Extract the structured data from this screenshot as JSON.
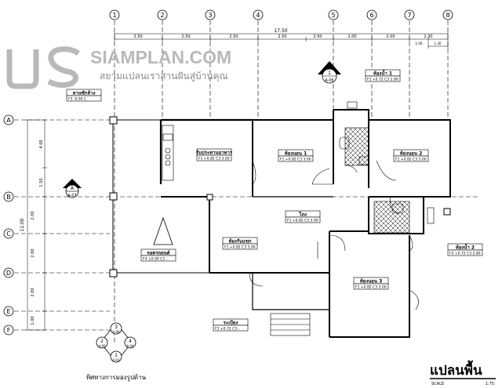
{
  "grid": {
    "columns": [
      "1",
      "2",
      "3",
      "4",
      "5",
      "6",
      "7",
      "8"
    ],
    "rows": [
      "A",
      "B",
      "C",
      "D",
      "E",
      "F"
    ]
  },
  "dimensions": {
    "total": "17.50",
    "segments": [
      "2.50",
      "2.50",
      "2.50",
      "2.50",
      "2.50",
      "2.00",
      "2.00",
      "2.30"
    ],
    "sub_segments": [
      "1.00",
      "1.30"
    ],
    "vertical_total": "11.00",
    "vertical_segments": [
      "4.00",
      "1.50",
      "2.00",
      "2.00",
      "2.00",
      "1.00"
    ]
  },
  "logo": {
    "brand": "SIAMPLAN.COM",
    "tagline": "สยามแปลนเราสานฝันสู่บ้านคุณ"
  },
  "section_marks": {
    "top": {
      "num": "1",
      "ref": "A-06"
    },
    "left": {
      "num": "A",
      "ref": "A-07"
    }
  },
  "rooms": [
    {
      "key": "terrace",
      "name": "ลานซักล้าง",
      "level": "F3",
      "lv": "-0.00",
      "c": "C"
    },
    {
      "key": "dining",
      "name": "รับประทานอาหาร",
      "level": "F1",
      "lv": "+0.82",
      "c": "C3",
      "h": "3.00"
    },
    {
      "key": "bed1",
      "name": "ห้องนอน 1",
      "level": "F1",
      "lv": "+0.82",
      "c": "C3",
      "h": "3.00"
    },
    {
      "key": "bath1",
      "name": "ห้องน้ำ 1",
      "level": "F2",
      "lv": "+0.72",
      "c": "C3",
      "h": "2.80"
    },
    {
      "key": "bed2",
      "name": "ห้องนอน 2",
      "level": "F1",
      "lv": "+0.82",
      "c": "C3",
      "h": "3.00"
    },
    {
      "key": "hall",
      "name": "โถง",
      "level": "F1",
      "lv": "+0.82",
      "c": "C3",
      "h": "3.00"
    },
    {
      "key": "carport",
      "name": "จอดรถยนต์",
      "level": "F4",
      "lv": "±0.00",
      "c": "C3",
      "h": "-"
    },
    {
      "key": "living",
      "name": "ห้องรับแขก",
      "level": "F1",
      "lv": "+0.82",
      "c": "C3",
      "h": "3.00"
    },
    {
      "key": "bath2",
      "name": "ห้องน้ำ 2",
      "level": "F2",
      "lv": "+0.72",
      "c": "C3",
      "h": "2.80"
    },
    {
      "key": "bed3",
      "name": "ห้องนอน 3",
      "level": "F1",
      "lv": "+0.82",
      "c": "C3",
      "h": "3.00"
    },
    {
      "key": "porch",
      "name": "ระเบียง",
      "level": "F3",
      "lv": "+0.72",
      "c": "C3",
      "h": "-"
    }
  ],
  "compass": {
    "nums": [
      "3",
      "2",
      "4",
      "1"
    ],
    "refs": [
      "A-06",
      "A-05",
      "A-04",
      "A-03"
    ],
    "caption": "ทิศทางการมองรูปด้าน"
  },
  "title_block": {
    "title": "แปลนพื้น",
    "scale_label": "SCALE",
    "scale_value": "1:75"
  },
  "colors": {
    "line": "#000000",
    "logo_gray": "#b9b9b9",
    "logo_text": "#8a8a8a"
  }
}
